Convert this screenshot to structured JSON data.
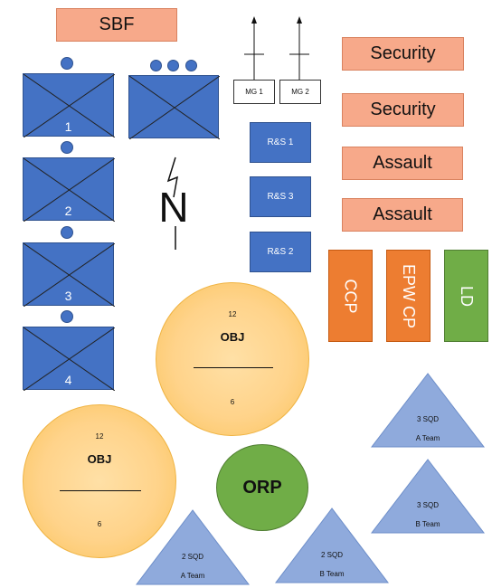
{
  "labels": {
    "sbf": "SBF",
    "security_1": "Security",
    "security_2": "Security",
    "assault_1": "Assault",
    "assault_2": "Assault"
  },
  "units": [
    "1",
    "2",
    "3",
    "4"
  ],
  "mg": [
    "MG 1",
    "MG 2"
  ],
  "rs": [
    "R&S 1",
    "R&S 3",
    "R&S 2"
  ],
  "points": {
    "ccp": "CCP",
    "epw": "EPW CP",
    "ld": "LD"
  },
  "north": "N",
  "objectives": [
    {
      "top": "12",
      "name": "OBJ",
      "bottom": "6"
    },
    {
      "top": "12",
      "name": "OBJ",
      "bottom": "6"
    }
  ],
  "orp": "ORP",
  "teams": [
    {
      "squad": "3 SQD",
      "team": "A Team"
    },
    {
      "squad": "3 SQD",
      "team": "B Team"
    },
    {
      "squad": "2 SQD",
      "team": "A Team"
    },
    {
      "squad": "2 SQD",
      "team": "B Team"
    }
  ],
  "colors": {
    "unit_blue": "#4472c4",
    "label_orange": "#f7a98a",
    "ccp_orange": "#ed7d31",
    "ld_green": "#70ad47",
    "obj_yellow": "#ffd38a",
    "triangle_blue": "#8faadc"
  }
}
